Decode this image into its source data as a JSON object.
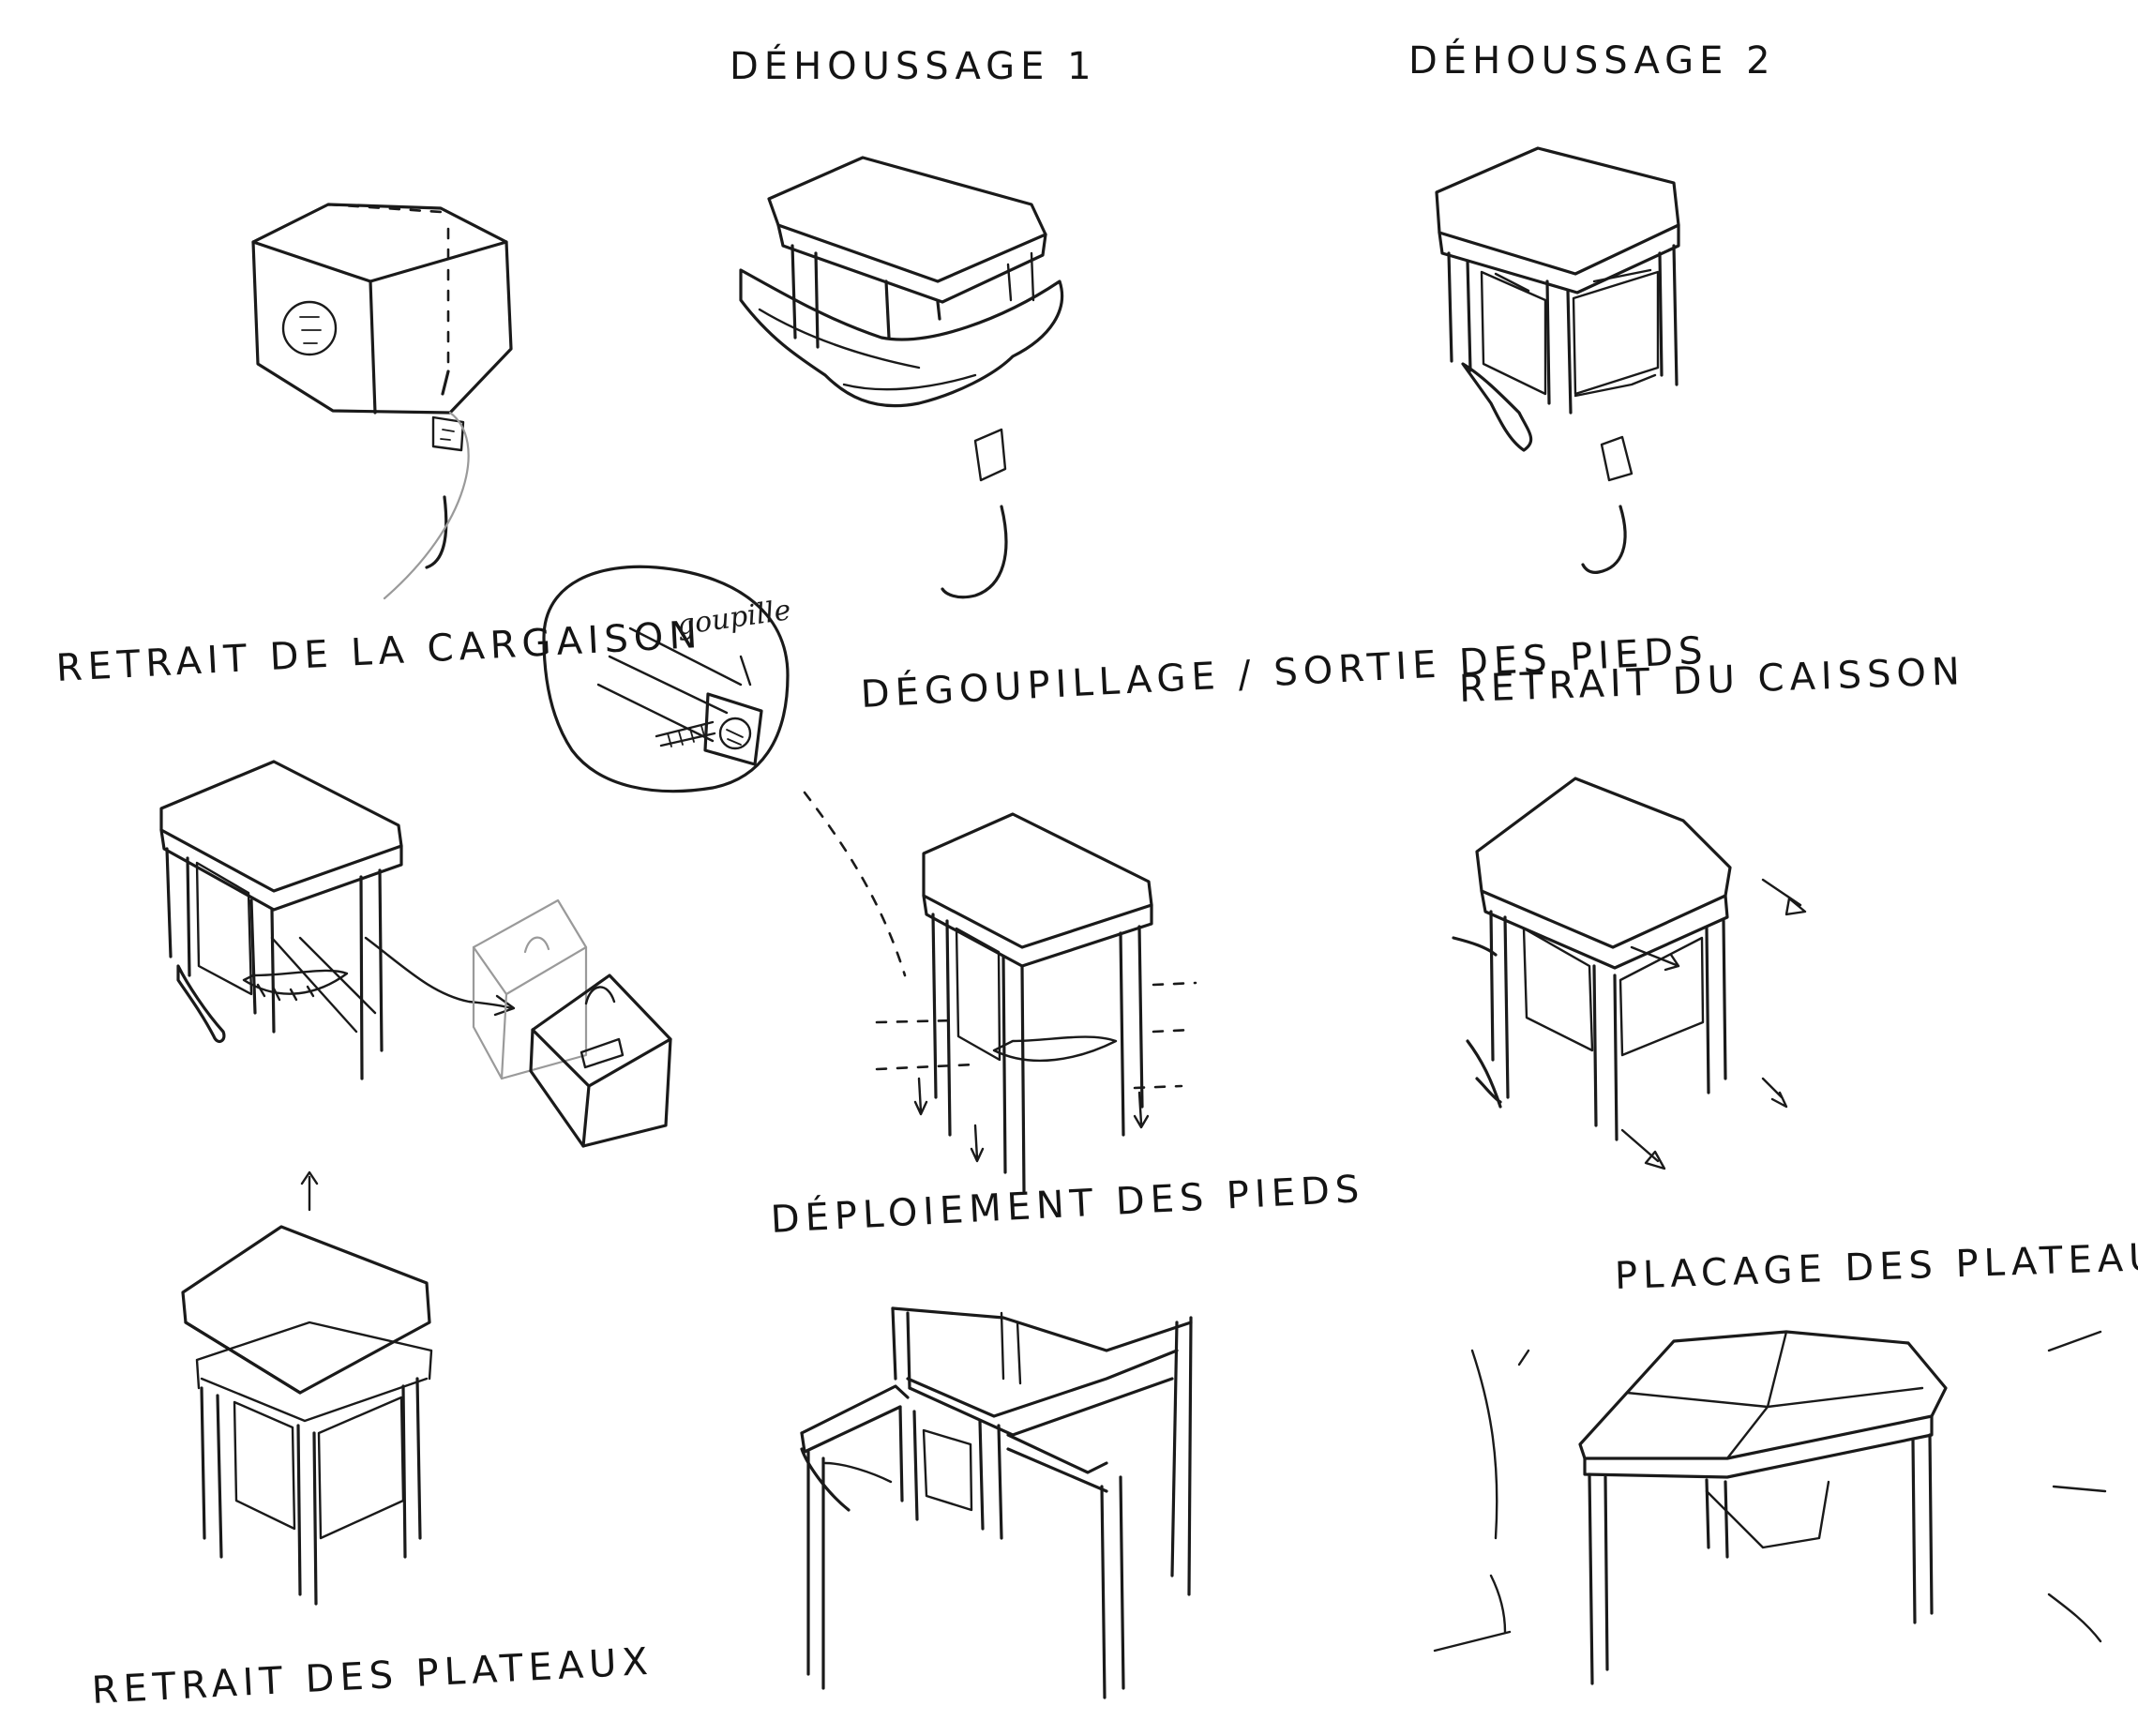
{
  "labels": {
    "dehoussage_1": "DÉHOUSSAGE 1",
    "dehoussage_2": "DÉHOUSSAGE 2",
    "retrait_cargaison": "RETRAIT DE LA CARGAISON",
    "degoupillage": "DÉGOUPILLAGE / SORTIE DES PIEDS",
    "retrait_caisson": "RETRAIT DU CAISSON",
    "deploiement": "DÉPLOIEMENT DES PIEDS",
    "placage": "PLACAGE DES PLATEAUX",
    "retrait_plateaux": "RETRAIT DES PLATEAUX"
  },
  "notes": {
    "goupille": "goupille"
  },
  "ink_color": "#1a1a1a"
}
